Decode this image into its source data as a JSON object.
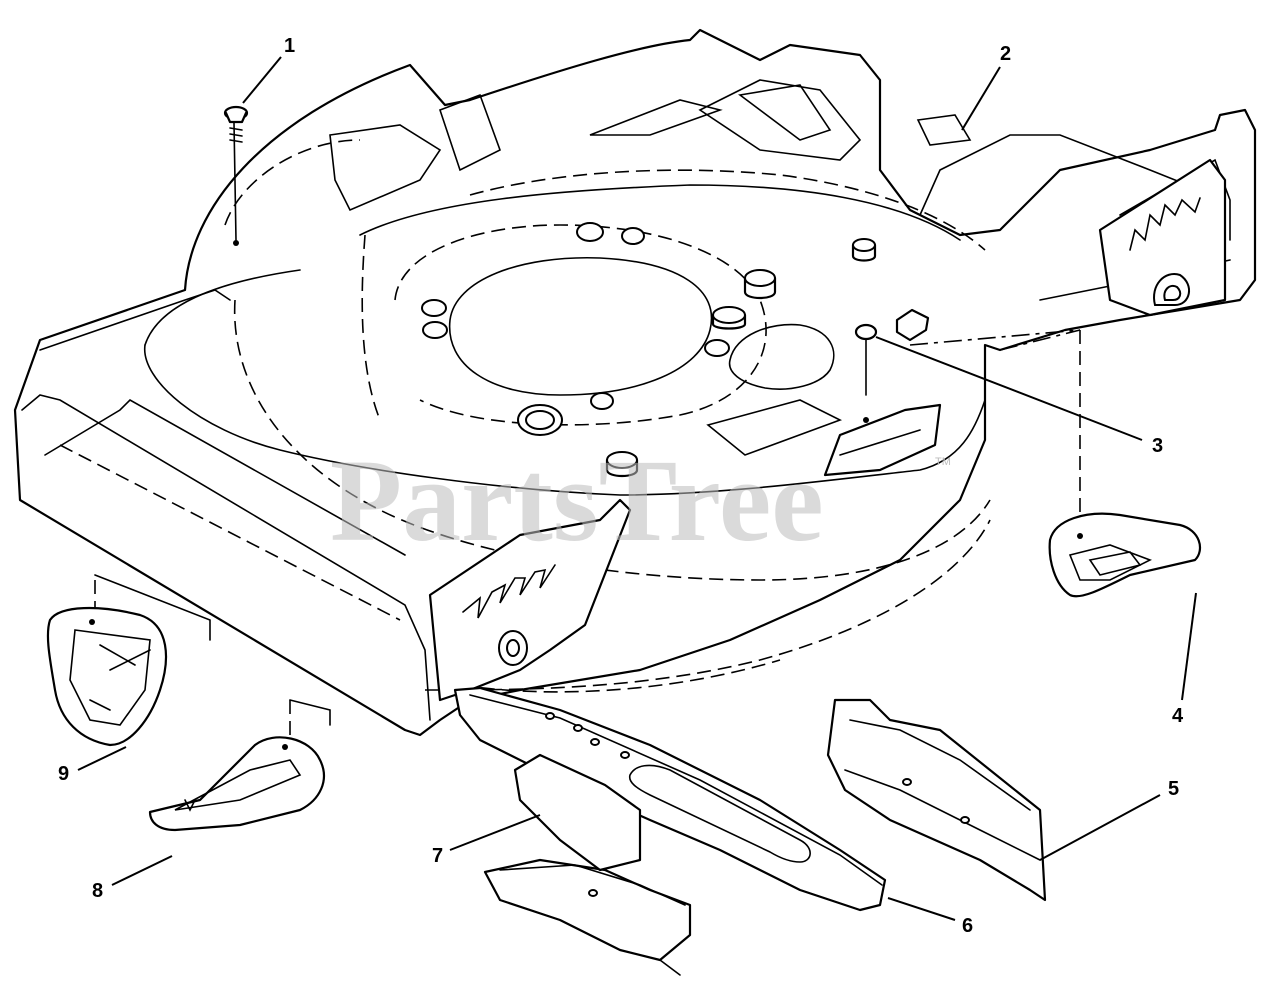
{
  "watermark": {
    "text": "PartsTree",
    "mark": "TM"
  },
  "callouts": [
    {
      "id": "1",
      "label": "1"
    },
    {
      "id": "2",
      "label": "2"
    },
    {
      "id": "3",
      "label": "3"
    },
    {
      "id": "4",
      "label": "4"
    },
    {
      "id": "5",
      "label": "5"
    },
    {
      "id": "6",
      "label": "6"
    },
    {
      "id": "7",
      "label": "7"
    },
    {
      "id": "8",
      "label": "8"
    },
    {
      "id": "9",
      "label": "9"
    }
  ]
}
